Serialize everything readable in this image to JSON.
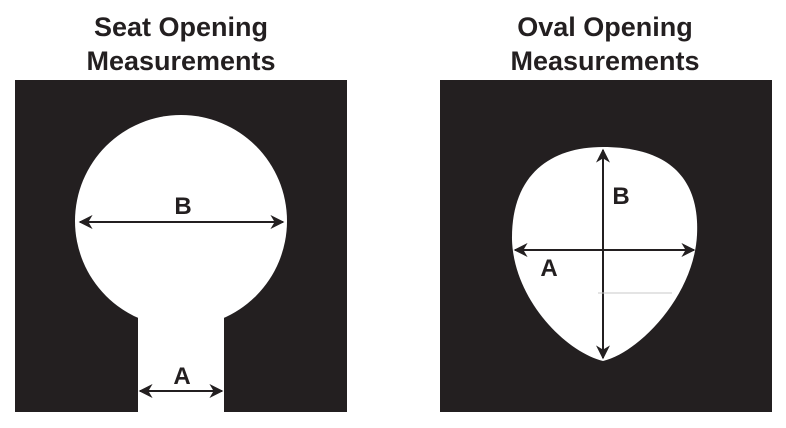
{
  "left_panel": {
    "title_line1": "Seat Opening",
    "title_line2": "Measurements",
    "label_b": "B",
    "label_a": "A"
  },
  "right_panel": {
    "title_line1": "Oval Opening",
    "title_line2": "Measurements",
    "label_b": "B",
    "label_a": "A"
  },
  "colors": {
    "panel": "#231f20",
    "opening": "#ffffff"
  }
}
